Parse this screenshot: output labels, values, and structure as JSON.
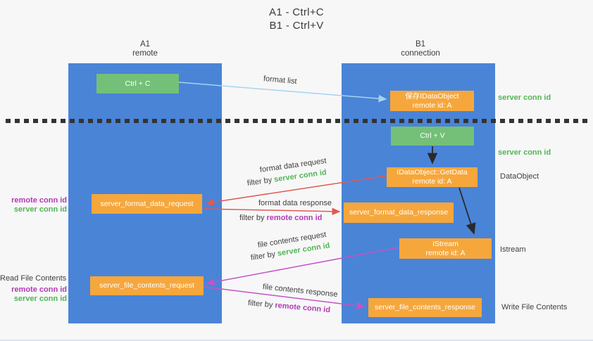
{
  "title": {
    "line1": "A1 - Ctrl+C",
    "line2": "B1 - Ctrl+V"
  },
  "lanes": {
    "left": {
      "name": "A1",
      "role": "remote"
    },
    "right": {
      "name": "B1",
      "role": "connection"
    }
  },
  "nodes": {
    "ctrl_c": {
      "label": "Ctrl + C"
    },
    "save_idataobject": {
      "line1": "保存IDataObject",
      "line2": "remote id: A"
    },
    "ctrl_v": {
      "label": "Ctrl + V"
    },
    "getdata": {
      "line1": "IDataObject::GetData",
      "line2": "remote id: A"
    },
    "format_request": {
      "label": "server_format_data_request"
    },
    "format_response": {
      "label": "server_format_data_response"
    },
    "istream": {
      "line1": "IStream",
      "line2": "remote id: A"
    },
    "file_request": {
      "label": "server_file_contents_request"
    },
    "file_response": {
      "label": "server_file_contents_response"
    }
  },
  "arrow_labels": {
    "format_list": "format list",
    "format_data_request": "format data request",
    "format_data_request_filter_prefix": "filter by ",
    "format_data_request_filter_key": "server conn id",
    "format_data_response": "format data response",
    "format_data_response_filter_prefix": "filter by ",
    "format_data_response_filter_key": "remote conn id",
    "file_contents_request": "file contents request",
    "file_contents_request_filter_prefix": "filter by ",
    "file_contents_request_filter_key": "server conn id",
    "file_contents_response": "file contents response",
    "file_contents_response_filter_prefix": "filter by ",
    "file_contents_response_filter_key": "remote conn id"
  },
  "annotations": {
    "save_server_conn_id": "server conn id",
    "ctrlv_server_conn_id": "server conn id",
    "dataobject": "DataObject",
    "istream": "Istream",
    "write_file_contents": "Write File Contents",
    "read_file_contents": "Read File Contents",
    "format_remote_conn_id": "remote conn id",
    "format_server_conn_id": "server conn id",
    "file_remote_conn_id": "remote conn id",
    "file_server_conn_id": "server conn id"
  },
  "colors": {
    "background": "#f7f7f8",
    "lane_blue": "#4a84d7",
    "node_green": "#74c078",
    "node_orange": "#f6a73c",
    "arrow_light_blue": "#a6d3ef",
    "arrow_red": "#e25a50",
    "arrow_magenta": "#c653c6",
    "arrow_black": "#2a2a2a",
    "text_green": "#53b556",
    "text_purple": "#b23ab5",
    "text_dark": "#3f3f3f"
  }
}
